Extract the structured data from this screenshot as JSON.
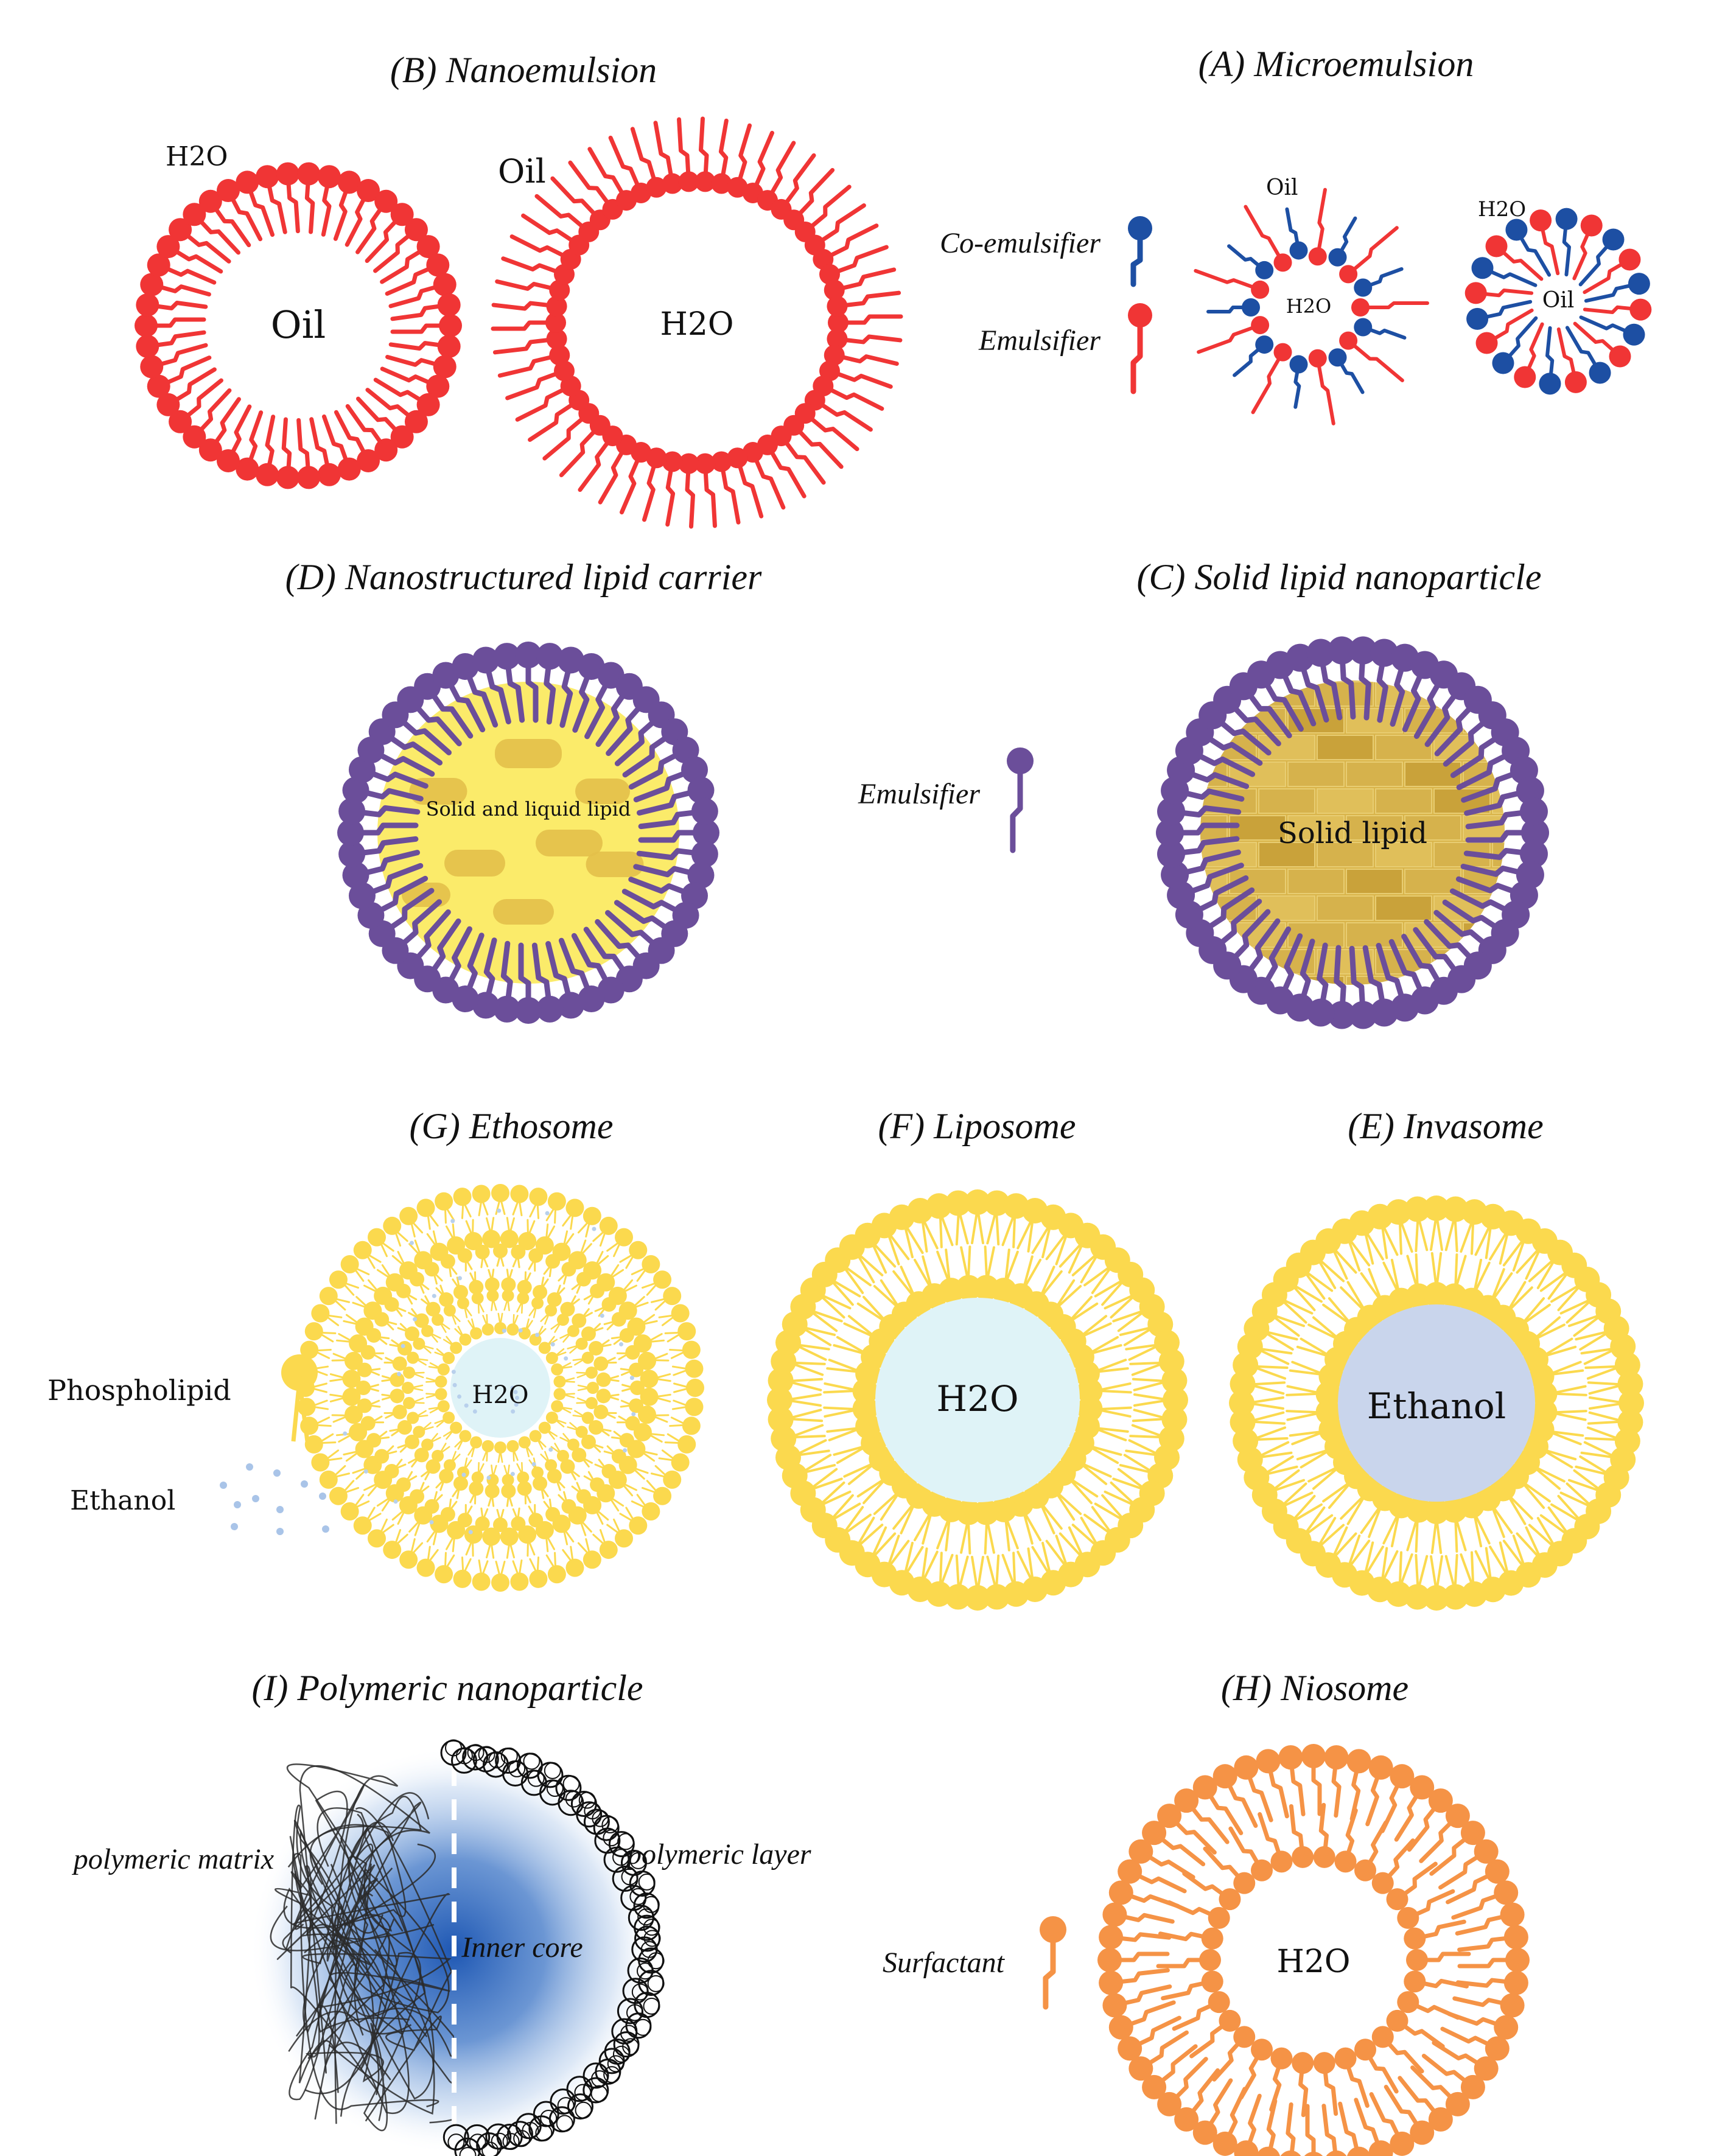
{
  "colors": {
    "red": "#f03535",
    "blue": "#1d4fa3",
    "purple": "#6b4e9a",
    "yellow": "#fbd94e",
    "nlc_core": "#fbeb6a",
    "nlc_blob": "#e3c04a",
    "sln_core": "#d9b44a",
    "water": "#dff3f7",
    "ethanol": "#c9d5ec",
    "orange": "#f59346",
    "polymer_blue": "#1e57b3"
  },
  "panels": {
    "nanoemulsion": {
      "title": "(B) Nanoemulsion",
      "left_outer_label": "H2O",
      "left_core_label": "Oil",
      "right_outer_label": "Oil",
      "right_core_label": "H2O"
    },
    "microemulsion": {
      "title": "(A) Microemulsion",
      "co_emulsifier_label": "Co-emulsifier",
      "emulsifier_label": "Emulsifier",
      "left_outer_label": "Oil",
      "left_core_label": "H2O",
      "right_outer_label": "H2O",
      "right_core_label": "Oil"
    },
    "nlc": {
      "title": "(D) Nanostructured lipid carrier",
      "core_label": "Solid and liquid lipid"
    },
    "middle_emulsifier": {
      "label": "Emulsifier"
    },
    "sln": {
      "title": "(C) Solid lipid nanoparticle",
      "core_label": "Solid lipid"
    },
    "ethosome": {
      "title": "(G) Ethosome",
      "phospholipid_label": "Phospholipid",
      "ethanol_label": "Ethanol",
      "core_label": "H2O"
    },
    "liposome": {
      "title": "(F) Liposome",
      "core_label": "H2O"
    },
    "invasome": {
      "title": "(E) Invasome",
      "core_label": "Ethanol"
    },
    "polymeric": {
      "title": "(I) Polymeric nanoparticle",
      "matrix_label": "polymeric matrix",
      "layer_label": "polymeric layer",
      "core_label": "Inner core"
    },
    "niosome": {
      "title": "(H) Niosome",
      "surfactant_label": "Surfactant",
      "core_label": "H2O"
    }
  }
}
